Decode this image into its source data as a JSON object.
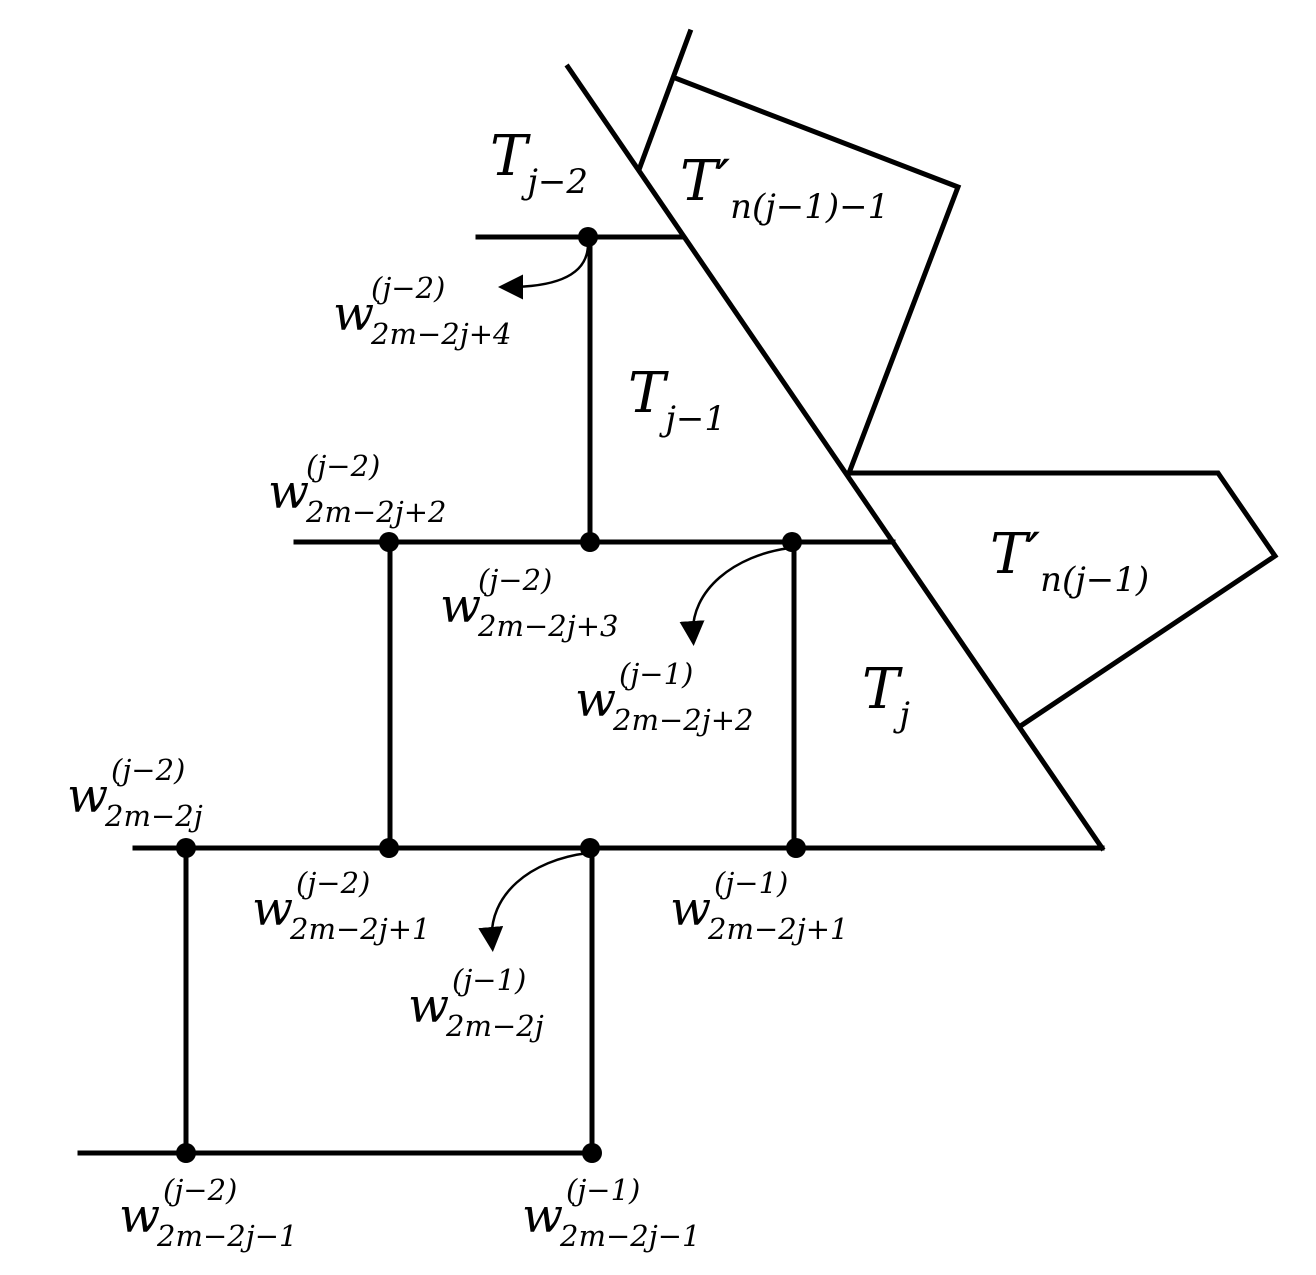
{
  "regions": {
    "t_j_minus_2": {
      "base": "T",
      "sub": "j−2"
    },
    "t_j_minus_1": {
      "base": "T",
      "sub": "j−1"
    },
    "t_j": {
      "base": "T",
      "sub": "j"
    },
    "t_prime_upper": {
      "base": "T′",
      "sub": "n(j−1)−1"
    },
    "t_prime_lower": {
      "base": "T′",
      "sub": "n(j−1)"
    }
  },
  "vertices": {
    "v1": {
      "base": "w",
      "sup": "(j−2)",
      "sub": "2m−2j+4"
    },
    "v2": {
      "base": "w",
      "sup": "(j−2)",
      "sub": "2m−2j+2"
    },
    "v3": {
      "base": "w",
      "sup": "(j−2)",
      "sub": "2m−2j+3"
    },
    "v4": {
      "base": "w",
      "sup": "(j−1)",
      "sub": "2m−2j+2"
    },
    "v5": {
      "base": "w",
      "sup": "(j−2)",
      "sub": "2m−2j"
    },
    "v6": {
      "base": "w",
      "sup": "(j−2)",
      "sub": "2m−2j+1"
    },
    "v7": {
      "base": "w",
      "sup": "(j−1)",
      "sub": "2m−2j"
    },
    "v8": {
      "base": "w",
      "sup": "(j−1)",
      "sub": "2m−2j+1"
    },
    "v9": {
      "base": "w",
      "sup": "(j−2)",
      "sub": "2m−2j−1"
    },
    "v10": {
      "base": "w",
      "sup": "(j−1)",
      "sub": "2m−2j−1"
    }
  }
}
